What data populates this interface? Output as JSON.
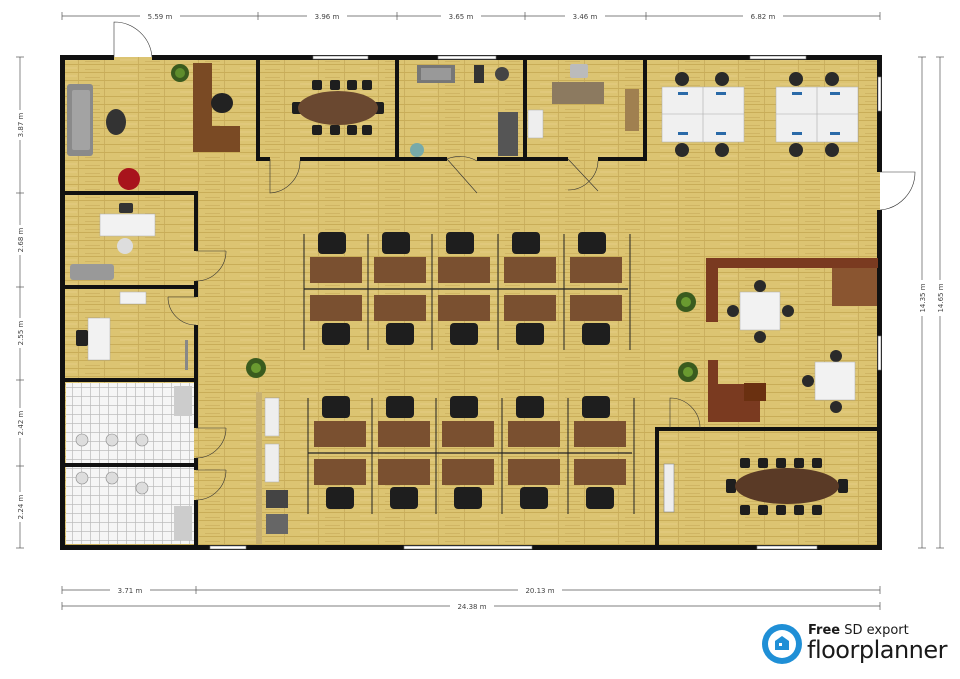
{
  "plan": {
    "dimensions_top": [
      "5.59 m",
      "3.96 m",
      "3.65 m",
      "3.46 m",
      "6.82 m"
    ],
    "dimensions_left": [
      "3.87 m",
      "2.68 m",
      "2.55 m",
      "2.42 m",
      "2.24 m"
    ],
    "dimensions_right": [
      "14.35 m",
      "14.65 m"
    ],
    "dimensions_bottom": [
      "3.71 m",
      "20.13 m"
    ],
    "dimension_total": "24.38 m",
    "colors": {
      "floor_wood": "#d8c06a",
      "wall": "#111111",
      "tile": "#f4f4f4",
      "desk": "#7a5030",
      "chair": "#1e1e1e",
      "brand_blue": "#1f8fd6"
    }
  },
  "branding": {
    "export_prefix": "Free",
    "export_text": "SD export",
    "name": "floorplanner"
  }
}
